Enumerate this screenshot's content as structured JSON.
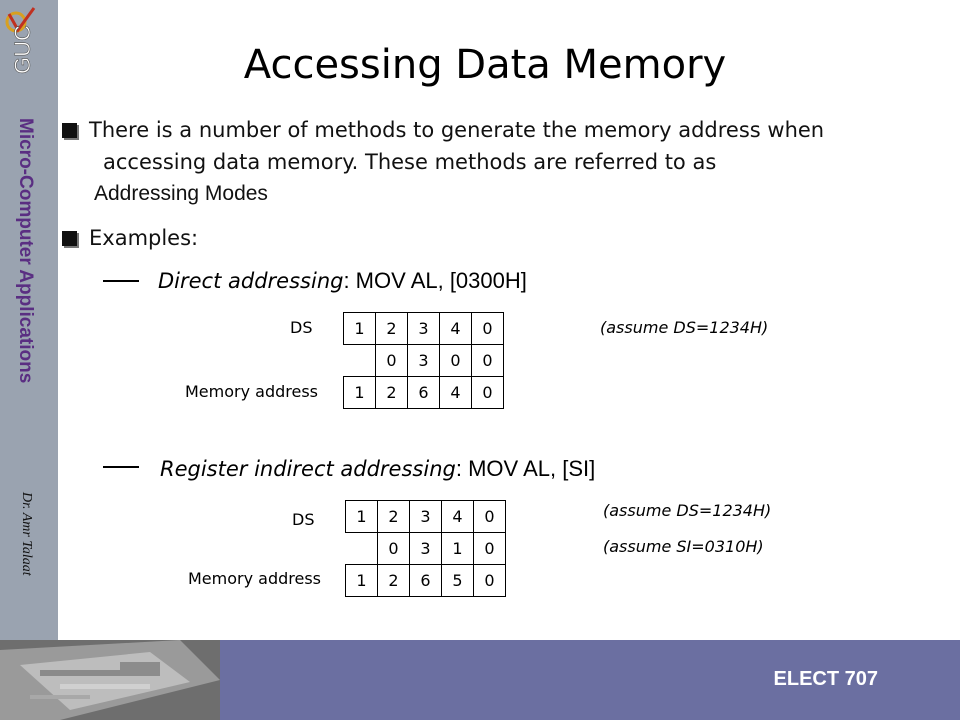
{
  "sidebar": {
    "logo_text": "GUC",
    "course_title": "Micro-Computer Applications",
    "author": "Dr. Amr Talaat"
  },
  "footer": {
    "label": "ELECT 707"
  },
  "slide": {
    "title": "Accessing Data Memory",
    "bullet1": {
      "line1": "There is a number of methods to generate the memory address when",
      "line2": "accessing data memory. These methods are referred to as",
      "line3": "Addressing Modes"
    },
    "bullet2": "Examples:",
    "examples": [
      {
        "mode": "Direct addressing",
        "instruction": ": MOV AL, [0300H]",
        "row_labels": [
          "DS",
          "Memory address"
        ],
        "rows": [
          [
            "1",
            "2",
            "3",
            "4",
            "0"
          ],
          [
            "",
            "0",
            "3",
            "0",
            "0"
          ],
          [
            "1",
            "2",
            "6",
            "4",
            "0"
          ]
        ],
        "notes": [
          "(assume DS=1234H)"
        ]
      },
      {
        "mode": "Register indirect addressing",
        "instruction": ": MOV AL, [SI]",
        "row_labels": [
          "DS",
          "Memory address"
        ],
        "rows": [
          [
            "1",
            "2",
            "3",
            "4",
            "0"
          ],
          [
            "",
            "0",
            "3",
            "1",
            "0"
          ],
          [
            "1",
            "2",
            "6",
            "5",
            "0"
          ]
        ],
        "notes": [
          "(assume DS=1234H)",
          "(assume SI=0310H)"
        ]
      }
    ]
  }
}
